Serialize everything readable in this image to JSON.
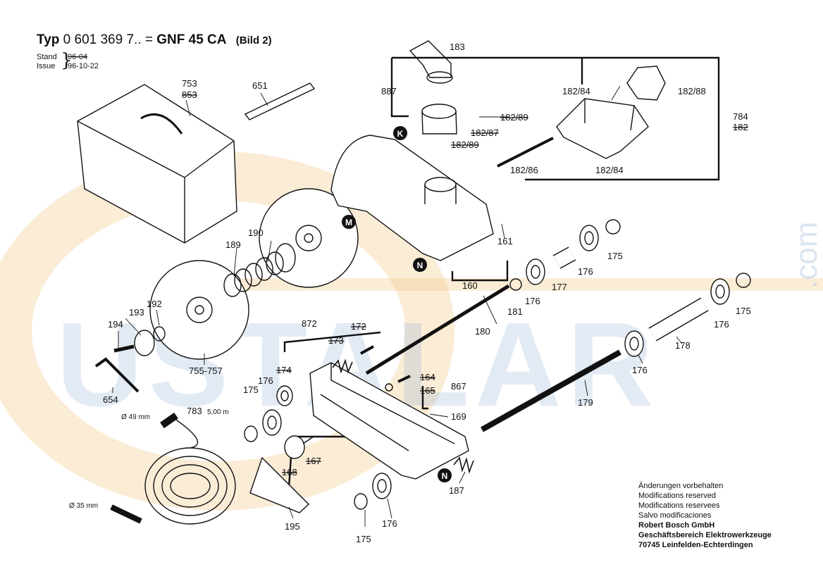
{
  "header": {
    "typ_label": "Typ",
    "model_number": "0 601 369",
    "model_suffix": "7.. =",
    "model_name": "GNF 45 CA",
    "bild": "(Bild 2)"
  },
  "meta": {
    "stand_label": "Stand",
    "stand_value_struck": "96-04",
    "issue_label": "Issue",
    "issue_value": "96-10-22"
  },
  "watermark": {
    "text": "USTALAR",
    "suffix": ".com"
  },
  "markers": [
    "K",
    "M",
    "N",
    "N"
  ],
  "hose": {
    "length": "783",
    "length_unit": "5,00 m",
    "diameter_large": "Ø 49 mm",
    "diameter_small": "Ø 35 mm"
  },
  "parts": {
    "p183": "183",
    "p887": "887",
    "p182_84a": "182/84",
    "p182_88": "182/88",
    "p784": "784",
    "p182_struck": "182",
    "p182_89a": "182/89",
    "p182_87": "182/87",
    "p182_89b": "182/89",
    "p182_86": "182/86",
    "p182_84b": "182/84",
    "p753": "753",
    "p853_struck": "853",
    "p651": "651",
    "p190": "190",
    "p189": "189",
    "p161": "161",
    "p160": "160",
    "p175a": "175",
    "p176a": "176",
    "p177": "177",
    "p176b": "176",
    "p181": "181",
    "p180": "180",
    "p175b": "175",
    "p176c": "176",
    "p178": "178",
    "p176d": "176",
    "p179": "179",
    "p193": "193",
    "p192": "192",
    "p194": "194",
    "p755_757": "755-757",
    "p654": "654",
    "p872": "872",
    "p172_struck": "172",
    "p173_struck": "173",
    "p174_struck": "174",
    "p175c": "175",
    "p176e": "176",
    "p164_struck": "164",
    "p165_struck": "165",
    "p867": "867",
    "p169": "169",
    "p168_struck": "168",
    "p167_struck": "167",
    "p195": "195",
    "p187": "187",
    "p175d": "175",
    "p176f": "176"
  },
  "notes": {
    "line1": "Änderungen vorbehalten",
    "line2": "Modifications reserved",
    "line3": "Modifications reservees",
    "line4": "Salvo modificaciones",
    "company": "Robert Bosch GmbH",
    "division": "Geschäftsbereich Elektrowerkzeuge",
    "address": "70745 Leinfelden-Echterdingen"
  },
  "colors": {
    "ink": "#111111",
    "watermark_blue": "#96b4d7",
    "watermark_orange": "#f3c98a"
  }
}
